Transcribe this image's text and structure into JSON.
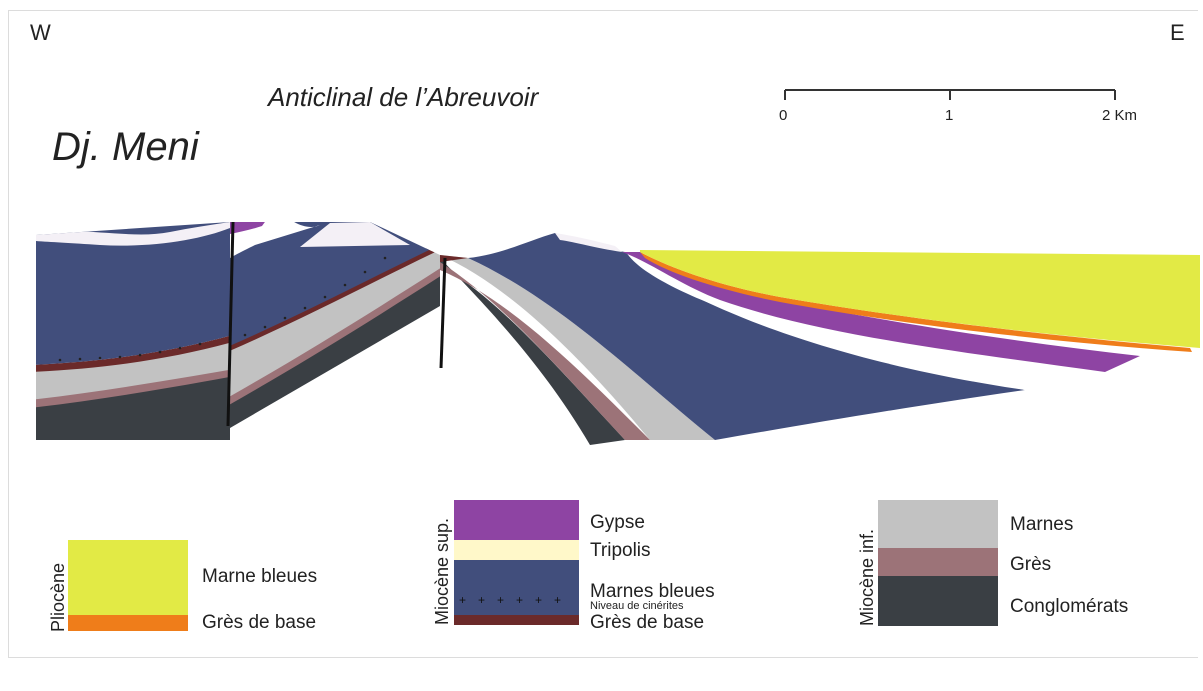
{
  "orientation": {
    "west": "W",
    "east": "E"
  },
  "section_title": "Anticlinal de l’Abreuvoir",
  "location_name": "Dj. Meni",
  "scale_bar": {
    "ticks": [
      "0",
      "1",
      "2 Km"
    ]
  },
  "colors": {
    "marne_bleues_pliocene": "#e2ea45",
    "gres_de_base_pliocene": "#ef7d1a",
    "gypse": "#8e44a3",
    "tripolis": "#fff8c9",
    "marnes_bleues_miocene_sup": "#414e7c",
    "gres_de_base_miocene_sup": "#6b2a2a",
    "marnes_miocene_inf": "#c2c2c2",
    "gres_miocene_inf": "#9c7378",
    "conglomerats": "#3a3f44",
    "fault": "#111111"
  },
  "legend": {
    "pliocene": {
      "period": "Pliocène",
      "items": [
        "Marne bleues",
        "Grès de base"
      ]
    },
    "miocene_sup": {
      "period": "Miocène sup.",
      "items": [
        "Gypse",
        "Tripolis",
        "Marnes bleues",
        "Niveau de cinérites",
        "Grès de base"
      ]
    },
    "miocene_inf": {
      "period": "Miocène inf.",
      "items": [
        "Marnes",
        "Grès",
        "Conglomérats"
      ]
    }
  }
}
